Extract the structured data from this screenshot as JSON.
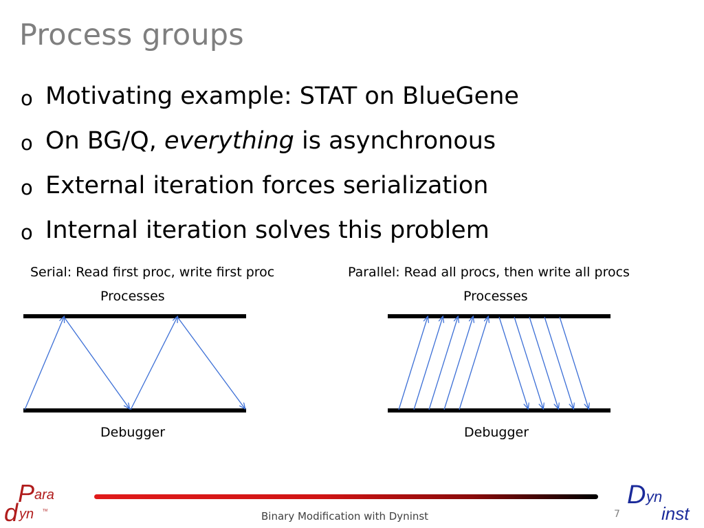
{
  "slide": {
    "title": "Process groups",
    "bullets": [
      {
        "pre": "Motivating example: STAT on BlueGene",
        "em": "",
        "post": ""
      },
      {
        "pre": "On BG/Q, ",
        "em": "everything",
        "post": " is asynchronous"
      },
      {
        "pre": "External iteration forces serialization",
        "em": "",
        "post": ""
      },
      {
        "pre": "Internal iteration solves this problem",
        "em": "",
        "post": ""
      }
    ],
    "bullet_mark": "o"
  },
  "diagrams": {
    "serial": {
      "caption": "Serial: Read first proc, write first proc",
      "top_label": "Processes",
      "bottom_label": "Debugger"
    },
    "parallel": {
      "caption": "Parallel: Read all procs, then write all procs",
      "top_label": "Processes",
      "bottom_label": "Debugger"
    },
    "arrow_color": "#3c6fd6",
    "bar_color": "#000000"
  },
  "footer": {
    "text": "Binary Modification with Dyninst",
    "page_number": "7",
    "logo_left": {
      "big": "P",
      "small": "ara",
      "big2": "d",
      "small2": "yn",
      "mark": "TM",
      "color": "#b01c1c"
    },
    "logo_right": {
      "big": "D",
      "small": "yn",
      "small2": "inst",
      "color": "#1a2a9a"
    }
  }
}
